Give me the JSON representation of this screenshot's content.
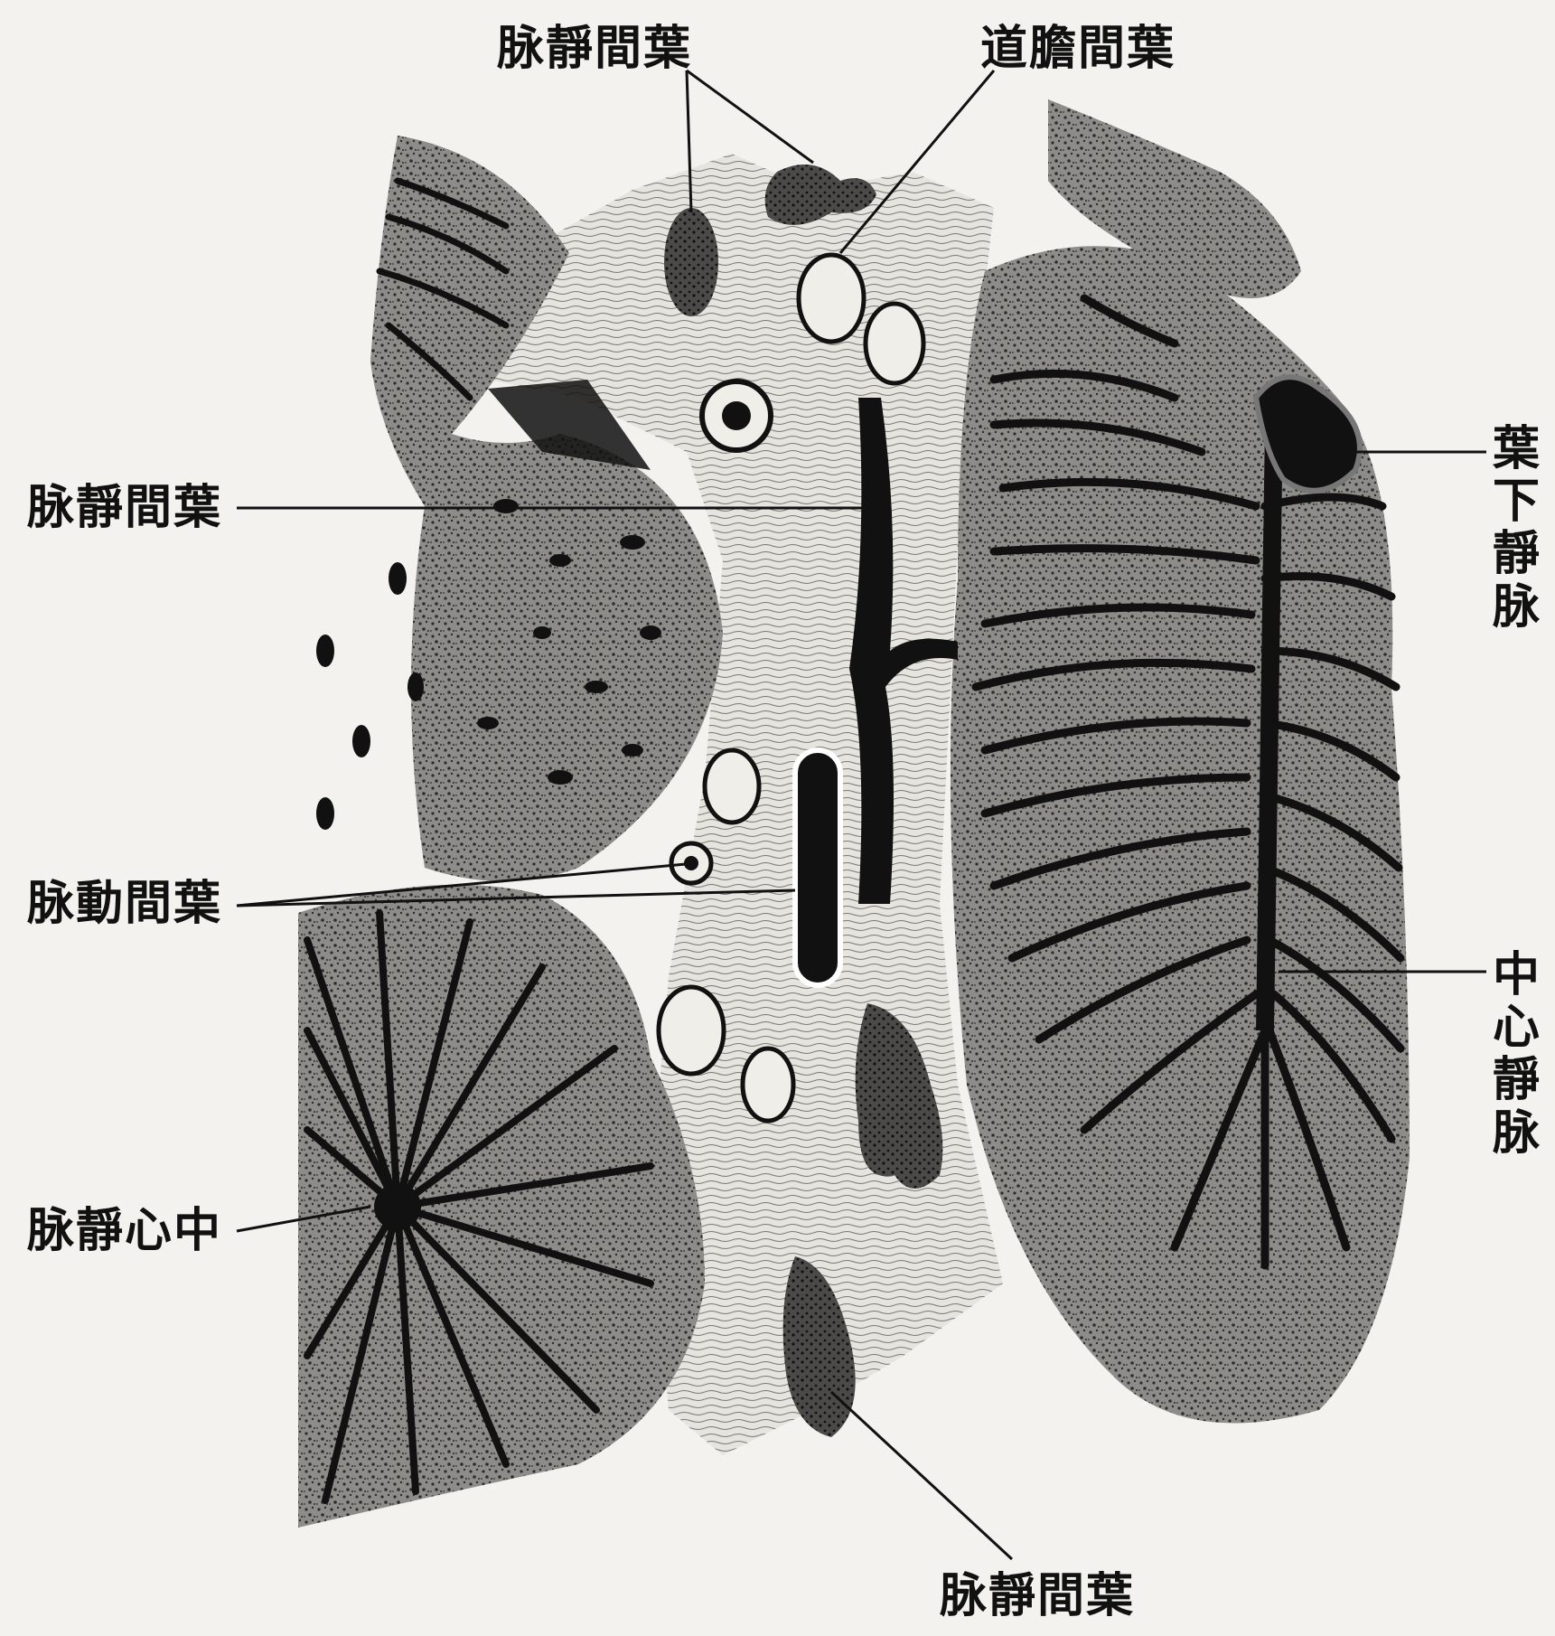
{
  "labels": {
    "top_left": "脉靜間葉",
    "top_right": "道膽間葉",
    "left_upper": "脉靜間葉",
    "left_middle": "脉動間葉",
    "left_lower": "脉靜心中",
    "bottom": "脉靜間葉",
    "right_upper": "葉下靜脉",
    "right_lower": "中心靜脉"
  },
  "colors": {
    "paper": "#f3f2ee",
    "ink": "#111111",
    "stipple": "#3a3a3a",
    "connective": "#e4e2dc"
  }
}
